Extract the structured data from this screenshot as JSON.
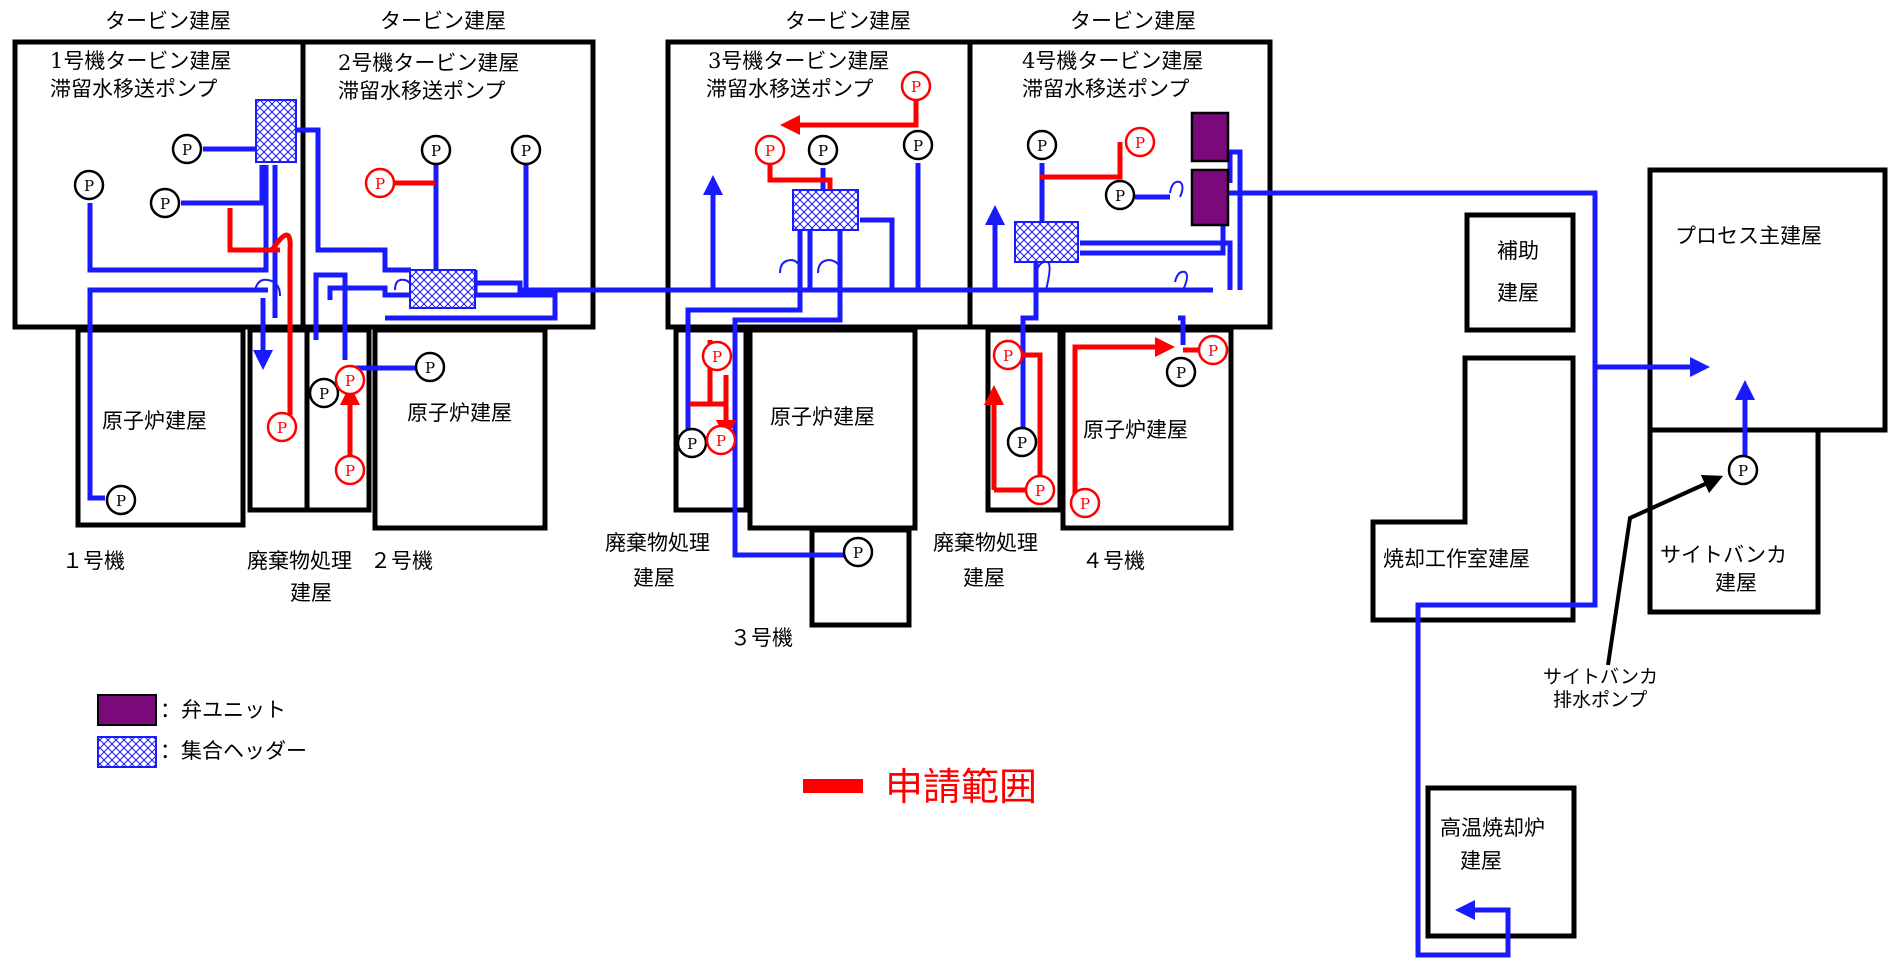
{
  "labels": {
    "turbine_1": "タービン建屋",
    "turbine_2": "タービン建屋",
    "turbine_3": "タービン建屋",
    "turbine_4": "タービン建屋",
    "u1_pump_l1": "1号機タービン建屋",
    "u1_pump_l2": "滞留水移送ポンプ",
    "u2_pump_l1": "2号機タービン建屋",
    "u2_pump_l2": "滞留水移送ポンプ",
    "u3_pump_l1": "3号機タービン建屋",
    "u3_pump_l2": "滞留水移送ポンプ",
    "u4_pump_l1": "4号機タービン建屋",
    "u4_pump_l2": "滞留水移送ポンプ",
    "reactor_1": "原子炉建屋",
    "reactor_2": "原子炉建屋",
    "reactor_3": "原子炉建屋",
    "reactor_4": "原子炉建屋",
    "unit_1": "１号機",
    "unit_2": "２号機",
    "unit_3": "３号機",
    "unit_4": "４号機",
    "waste_12_l1": "廃棄物処理",
    "waste_12_l2": "建屋",
    "waste_3_l1": "廃棄物処理",
    "waste_3_l2": "建屋",
    "waste_4_l1": "廃棄物処理",
    "waste_4_l2": "建屋",
    "aux_l1": "補助",
    "aux_l2": "建屋",
    "process": "プロセス主建屋",
    "incin": "焼却工作室建屋",
    "site_l1": "サイトバンカ",
    "site_l2": "建屋",
    "site_pump_l1": "サイトバンカ",
    "site_pump_l2": "排水ポンプ",
    "hti_l1": "高温焼却炉",
    "hti_l2": "建屋",
    "pump": "P"
  },
  "legend": {
    "valve_unit": "：弁ユニット",
    "header": "：集合ヘッダー",
    "scope": "申請範囲"
  },
  "colors": {
    "pipe": "#1a1aff",
    "scope": "#ff0000",
    "valve_unit": "#7a0a7a"
  }
}
